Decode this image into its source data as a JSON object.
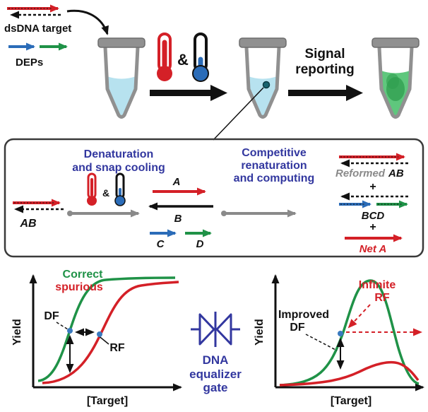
{
  "colors": {
    "red": "#d42027",
    "green": "#1f9247",
    "blue": "#2b6cb8",
    "indigo": "#32379f",
    "gray": "#8a8a8a",
    "liquid_blue": "#b7e2ef",
    "liquid_green": "#5fc77d",
    "liquid_green_dark": "#2f9e4f",
    "dot_blue": "#3a7abf",
    "tube_gray": "#909090"
  },
  "top": {
    "dsdna_target": "dsDNA target",
    "deps": "DEPs",
    "amp": "&",
    "signal1": "Signal",
    "signal2": "reporting"
  },
  "scheme": {
    "title_left1": "Denaturation",
    "title_left2": "and snap cooling",
    "title_right1": "Competitive",
    "title_right2": "renaturation",
    "title_right3": "and computing",
    "amp": "&",
    "ab": "AB",
    "a": "A",
    "b": "B",
    "c": "C",
    "d": "D",
    "reformed": "Reformed",
    "reformed_ab": "AB",
    "plus1": "+",
    "bcd": "BCD",
    "plus2": "+",
    "net_a": "Net A"
  },
  "chart_left": {
    "correct": "Correct",
    "spurious": "spurious",
    "df": "DF",
    "rf": "RF",
    "ylabel": "Yield",
    "xlabel": "[Target]"
  },
  "gate": {
    "line1": "DNA",
    "line2": "equalizer",
    "line3": "gate"
  },
  "chart_right": {
    "infinite1": "Infinite",
    "infinite2": "RF",
    "improved1": "Improved",
    "improved2": "DF",
    "ylabel": "Yield",
    "xlabel": "[Target]"
  }
}
